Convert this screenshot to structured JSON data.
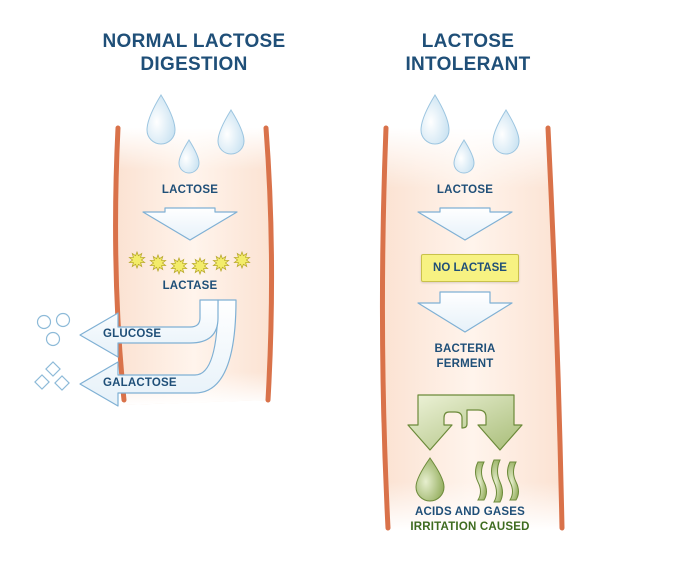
{
  "left_panel": {
    "title_line1": "NORMAL LACTOSE",
    "title_line2": "DIGESTION",
    "lactose_label": "LACTOSE",
    "lactase_label": "LACTASE",
    "glucose_label": "GLUCOSE",
    "galactose_label": "GALACTOSE"
  },
  "right_panel": {
    "title_line1": "LACTOSE",
    "title_line2": "INTOLERANT",
    "lactose_label": "LACTOSE",
    "no_lactase_label": "NO LACTASE",
    "bacteria_line1": "BACTERIA",
    "bacteria_line2": "FERMENT",
    "acids_label": "ACIDS AND GASES",
    "irritation_label": "IRRITATION CAUSED"
  },
  "colors": {
    "title": "#1f4f78",
    "intestine_wall": "#d9724a",
    "intestine_fill": "#fbe6d8",
    "droplet": "#d4e9f5",
    "arrow_outline": "#7fb0d4",
    "enzyme_star": "#f3ec6a",
    "badge": "#f7f282",
    "acid_green": "#9fb56a",
    "irritation_text": "#3e6b1f"
  }
}
